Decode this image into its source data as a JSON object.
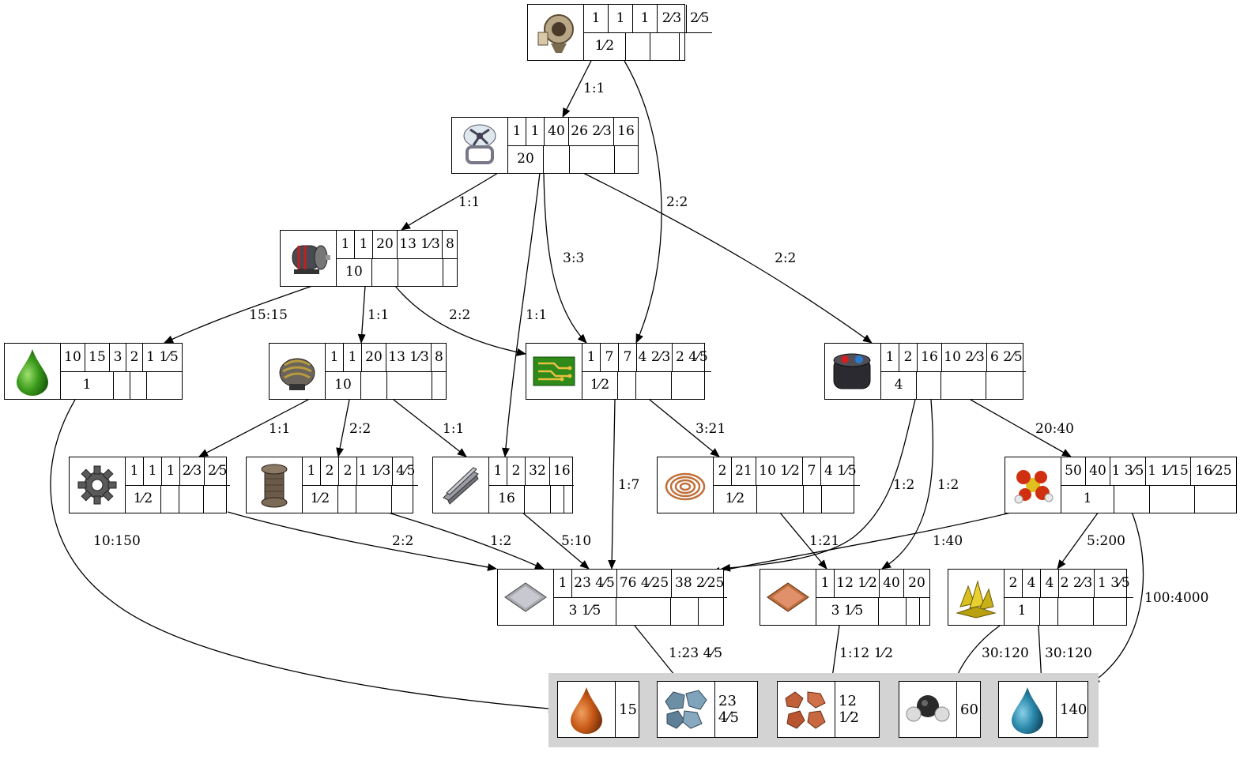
{
  "nodes": [
    {
      "id": "engine",
      "icon": "engine-icon",
      "r1": [
        "1",
        "1",
        "1",
        "2⁄3",
        "2⁄5"
      ],
      "r2": [
        "1⁄2",
        "",
        "",
        ""
      ]
    },
    {
      "id": "fan",
      "icon": "fan-icon",
      "r1": [
        "1",
        "1",
        "40",
        "26 2⁄3",
        "16"
      ],
      "r2": [
        "20",
        "",
        "",
        ""
      ]
    },
    {
      "id": "motor",
      "icon": "motor-icon",
      "r1": [
        "1",
        "1",
        "20",
        "13 1⁄3",
        "8"
      ],
      "r2": [
        "10",
        "",
        "",
        ""
      ]
    },
    {
      "id": "lubricant",
      "icon": "green-drop-icon",
      "r1": [
        "10",
        "15",
        "3",
        "2",
        "1 1⁄5"
      ],
      "r2": [
        "1",
        "",
        "",
        ""
      ]
    },
    {
      "id": "coil-motor",
      "icon": "coil-motor-icon",
      "r1": [
        "1",
        "1",
        "20",
        "13 1⁄3",
        "8"
      ],
      "r2": [
        "10",
        "",
        "",
        ""
      ]
    },
    {
      "id": "circuit",
      "icon": "circuit-board-icon",
      "r1": [
        "1",
        "7",
        "7",
        "4 2⁄3",
        "2 4⁄5"
      ],
      "r2": [
        "1⁄2",
        "",
        "",
        ""
      ]
    },
    {
      "id": "battery",
      "icon": "battery-icon",
      "r1": [
        "1",
        "2",
        "16",
        "10 2⁄3",
        "6 2⁄5"
      ],
      "r2": [
        "4",
        "",
        "",
        ""
      ]
    },
    {
      "id": "gear",
      "icon": "gear-icon",
      "r1": [
        "1",
        "1",
        "1",
        "2⁄3",
        "2⁄5"
      ],
      "r2": [
        "1⁄2",
        "",
        "",
        ""
      ]
    },
    {
      "id": "pipe",
      "icon": "pipe-icon",
      "r1": [
        "1",
        "2",
        "2",
        "1 1⁄3",
        "4⁄5"
      ],
      "r2": [
        "1⁄2",
        "",
        "",
        ""
      ]
    },
    {
      "id": "beam",
      "icon": "steel-beam-icon",
      "r1": [
        "1",
        "2",
        "32",
        "16"
      ],
      "r2": [
        "16",
        "",
        "",
        ""
      ]
    },
    {
      "id": "wire",
      "icon": "copper-wire-icon",
      "r1": [
        "2",
        "21",
        "10 1⁄2",
        "7",
        "4 1⁄5"
      ],
      "r2": [
        "1⁄2",
        "",
        "",
        ""
      ]
    },
    {
      "id": "acid",
      "icon": "sulfuric-acid-icon",
      "r1": [
        "50",
        "40",
        "1 3⁄5",
        "1 1⁄15",
        "16⁄25"
      ],
      "r2": [
        "1",
        "",
        "",
        ""
      ]
    },
    {
      "id": "iron-plate",
      "icon": "iron-plate-icon",
      "r1": [
        "1",
        "23 4⁄5",
        "76 4⁄25",
        "38 2⁄25"
      ],
      "r2": [
        "3 1⁄5",
        "",
        "",
        ""
      ]
    },
    {
      "id": "copper-plate",
      "icon": "copper-plate-icon",
      "r1": [
        "1",
        "12 1⁄2",
        "40",
        "20"
      ],
      "r2": [
        "3 1⁄5",
        "",
        "",
        ""
      ]
    },
    {
      "id": "sulfur",
      "icon": "sulfur-icon",
      "r1": [
        "2",
        "4",
        "4",
        "2 2⁄3",
        "1 3⁄5"
      ],
      "r2": [
        "1",
        "",
        "",
        ""
      ]
    }
  ],
  "edges": [
    {
      "label": "1:1"
    },
    {
      "label": "2:2"
    },
    {
      "label": "1:1"
    },
    {
      "label": "1:1"
    },
    {
      "label": "3:3"
    },
    {
      "label": "2:2"
    },
    {
      "label": "15:15"
    },
    {
      "label": "1:1"
    },
    {
      "label": "2:2"
    },
    {
      "label": "10:150"
    },
    {
      "label": "1:1"
    },
    {
      "label": "2:2"
    },
    {
      "label": "1:1"
    },
    {
      "label": "1:7"
    },
    {
      "label": "3:21"
    },
    {
      "label": "1:2"
    },
    {
      "label": "1:2"
    },
    {
      "label": "20:40"
    },
    {
      "label": "2:2"
    },
    {
      "label": "1:2"
    },
    {
      "label": "5:10"
    },
    {
      "label": "1:21"
    },
    {
      "label": "1:40"
    },
    {
      "label": "5:200"
    },
    {
      "label": "100:4000"
    },
    {
      "label": "1:23 4⁄5"
    },
    {
      "label": "1:12 1⁄2"
    },
    {
      "label": "30:120"
    },
    {
      "label": "30:120"
    }
  ],
  "outputs": [
    {
      "icon": "crude-oil-icon",
      "value": "15"
    },
    {
      "icon": "iron-ore-icon",
      "value": "23 4⁄5"
    },
    {
      "icon": "copper-ore-icon",
      "value": "12 1⁄2"
    },
    {
      "icon": "coal-icon",
      "value": "60"
    },
    {
      "icon": "water-icon",
      "value": "140"
    }
  ]
}
